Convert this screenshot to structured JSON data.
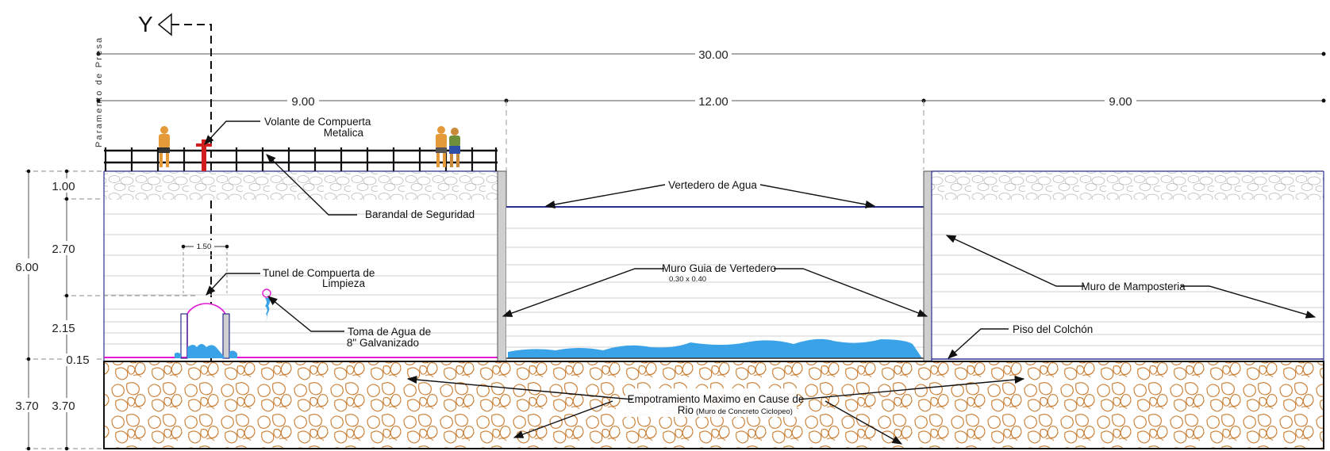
{
  "section_mark": "Y",
  "side_label": "Paramento de Presa",
  "dimensions": {
    "total_width": "30.00",
    "left_width": "9.00",
    "middle_width": "12.00",
    "right_width": "9.00",
    "total_height": "6.00",
    "crest": "1.00",
    "upper": "2.70",
    "lower": "2.15",
    "mattress": "0.15",
    "foundation_outer": "3.70",
    "foundation_inner": "3.70",
    "tunnel_width": "1.50"
  },
  "labels": {
    "gate_wheel_line1": "Volante de Compuerta",
    "gate_wheel_line2": "Metalica",
    "railing": "Barandal de Seguridad",
    "spillway": "Vertedero de Agua",
    "tunnel_line1": "Tunel de Compuerta de",
    "tunnel_line2": "Limpieza",
    "guide_wall": "Muro Guia de Vertedero",
    "guide_wall_size": "0.30 x 0.40",
    "masonry": "Muro de Mamposteria",
    "intake_line1": "Toma de Agua de",
    "intake_line2": "8\" Galvanizado",
    "mattress_floor": "Piso del Colchón",
    "foundation_line1": "Empotramiento Maximo en Cause de",
    "foundation_line2": "Rio",
    "foundation_note": "(Muro de Concreto Ciclopeo)"
  },
  "colors": {
    "outline": "#2b2f8f",
    "water": "#3aa3e8",
    "foundation": "#c87a2e",
    "tunnel": "#e01ad2",
    "gate_wheel": "#d11f1f"
  }
}
